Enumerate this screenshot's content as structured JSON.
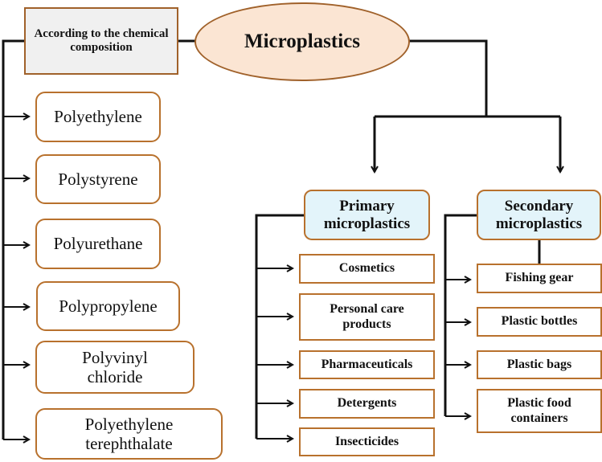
{
  "root": {
    "label": "Microplastics",
    "fill": "#fbe5d3",
    "border": "#a0612a"
  },
  "composition": {
    "heading": "According to the chemical composition",
    "items": [
      "Polyethylene",
      "Polystyrene",
      "Polyurethane",
      "Polypropylene",
      "Polyvinyl chloride",
      "Polyethylene terephthalate"
    ]
  },
  "primary": {
    "label": "Primary microplastics",
    "items": [
      "Cosmetics",
      "Personal care products",
      "Pharmaceuticals",
      "Detergents",
      "Insecticides"
    ]
  },
  "secondary": {
    "label": "Secondary microplastics",
    "items": [
      "Fishing gear",
      "Plastic bottles",
      "Plastic bags",
      "Plastic food containers"
    ]
  },
  "colors": {
    "box_border": "#b8712d",
    "category_fill": "#e3f4fa",
    "heading_fill": "#f0f0f0",
    "line": "#111111"
  }
}
